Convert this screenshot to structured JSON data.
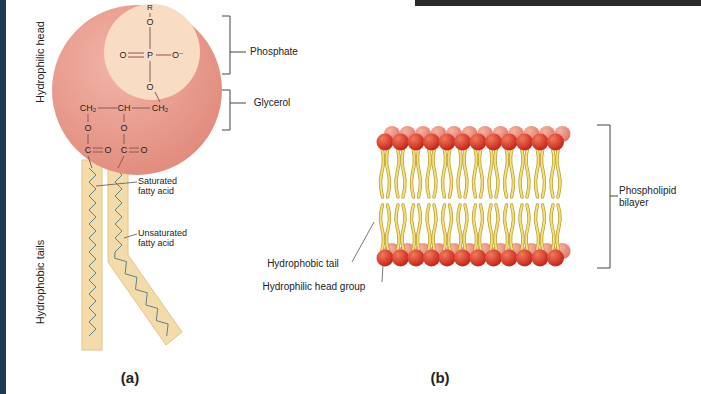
{
  "diagram": {
    "labels": [
      "Hydrophilic head",
      "R",
      "O",
      "O",
      "P",
      "O⁻",
      "O",
      "Phosphate",
      "CH₂",
      "CH",
      "CH₂",
      "Glycerol",
      "O",
      "O",
      "C",
      "O",
      "C",
      "O",
      "Hydrophobic tails",
      "Saturated fatty acid",
      "Unsaturated fatty acid",
      "(a)",
      "Phospholipid bilayer",
      "Hydrophobic tail",
      "Hydrophilic head group",
      "(b)"
    ]
  }
}
